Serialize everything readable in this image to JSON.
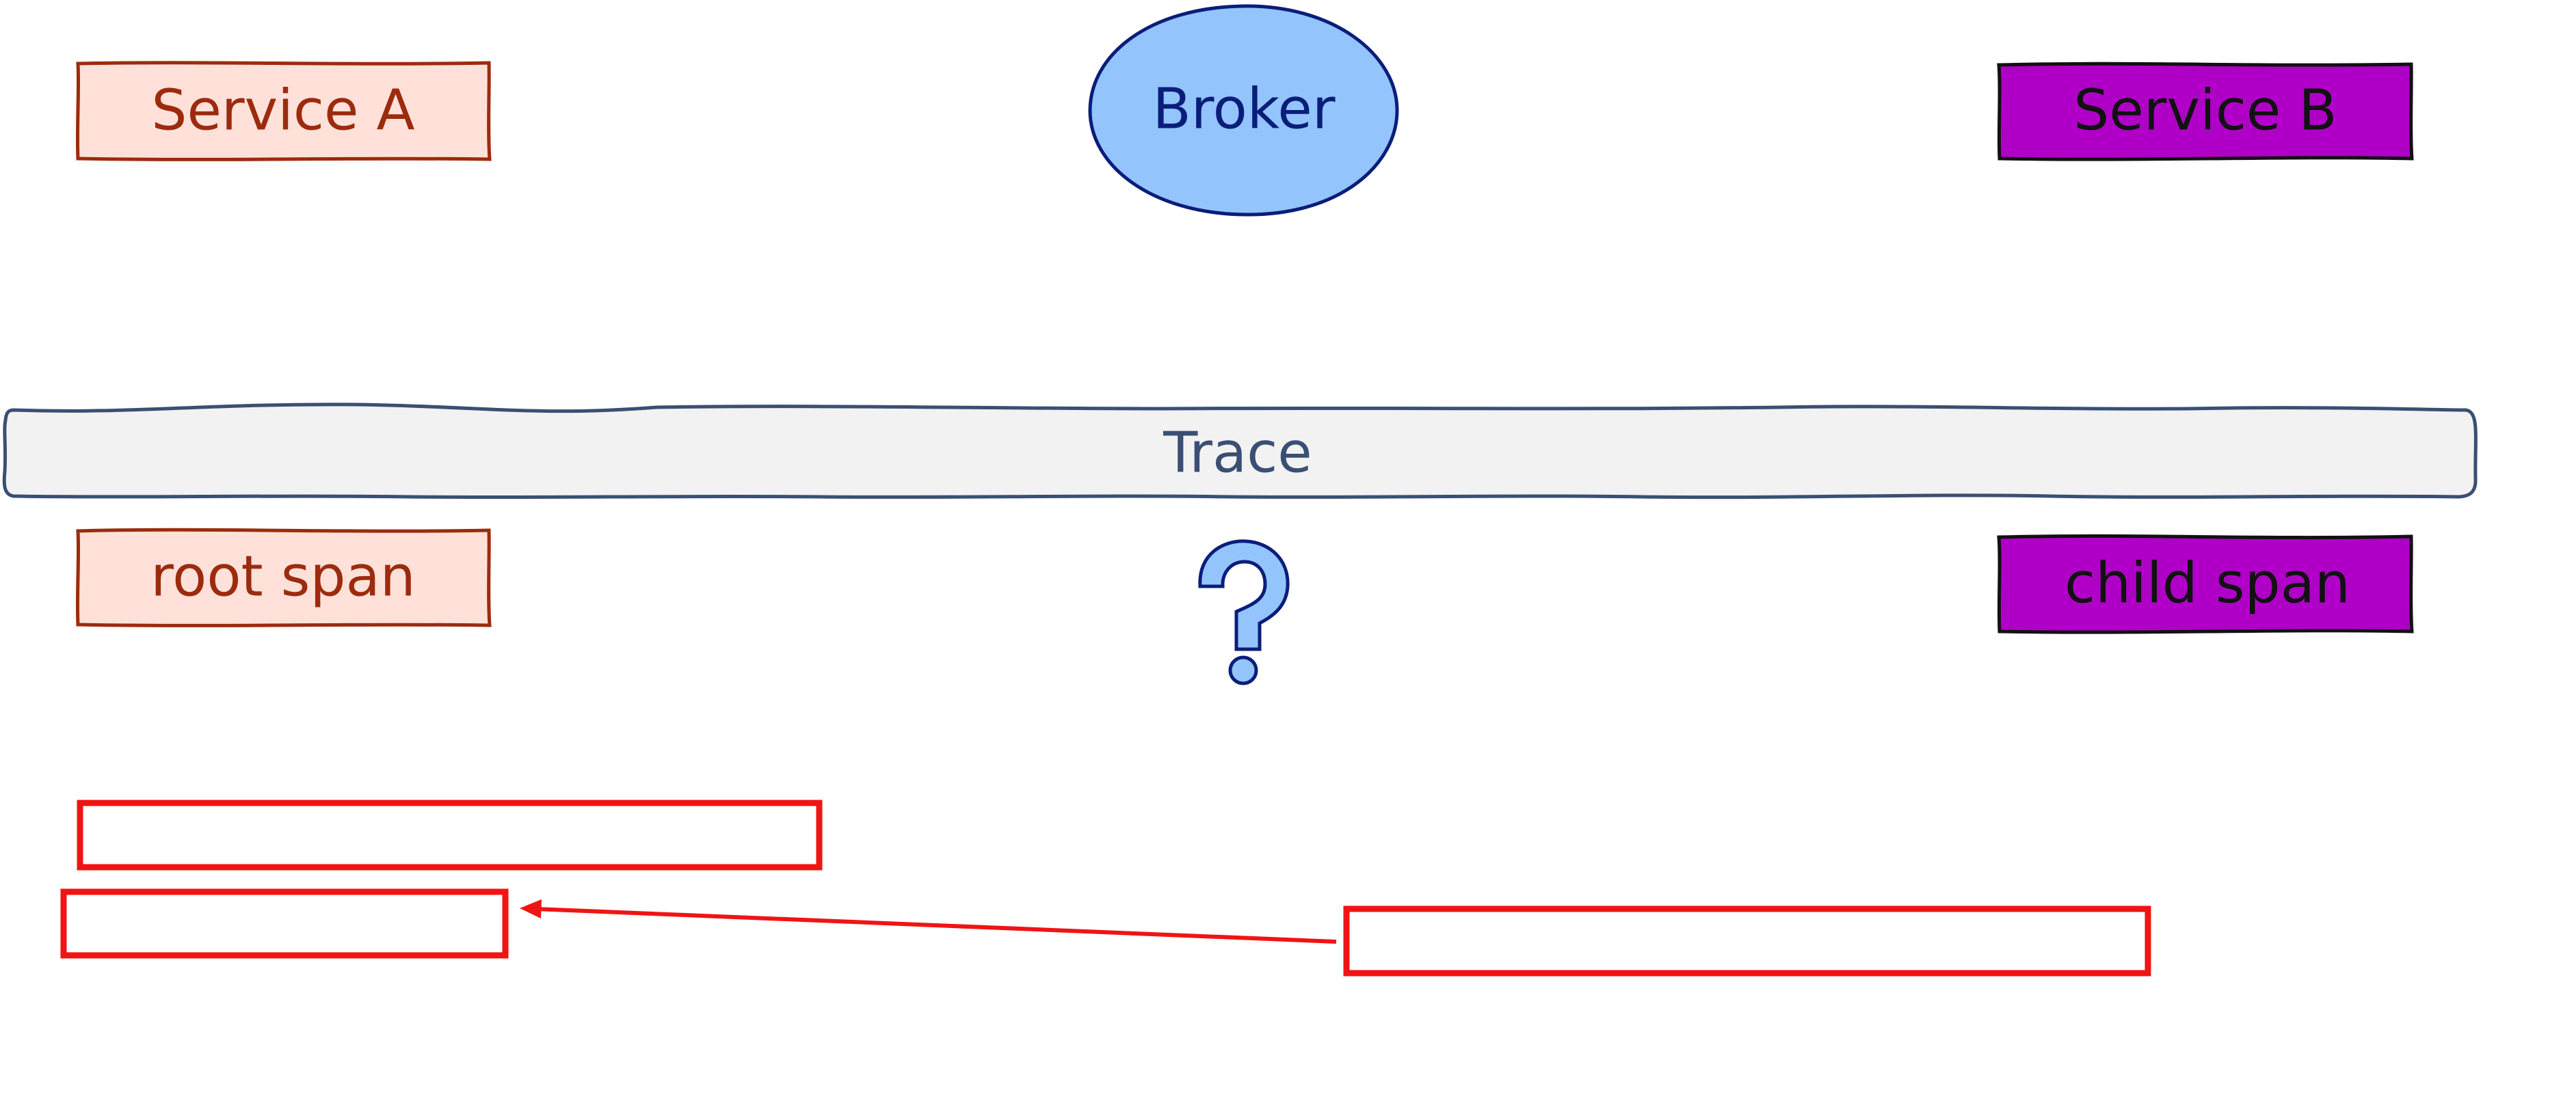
{
  "nodes": {
    "service_a": {
      "label": "Service A",
      "fill": "#ffe1d9",
      "stroke": "#9c2b0e",
      "text_color": "#9c2b0e"
    },
    "broker": {
      "label": "Broker",
      "fill": "#93c5fc",
      "stroke": "#0b1d7a",
      "text_color": "#0b1d7a"
    },
    "service_b": {
      "label": "Service B",
      "fill": "#b000c8",
      "stroke": "#111111",
      "text_color": "#111111"
    },
    "trace": {
      "label": "Trace",
      "fill": "#f2f2f2",
      "stroke": "#3a4f73",
      "text_color": "#3a4f73"
    },
    "root_span": {
      "label": "root span",
      "fill": "#ffe1d9",
      "stroke": "#9c2b0e",
      "text_color": "#9c2b0e"
    },
    "child_span": {
      "label": "child span",
      "fill": "#b000c8",
      "stroke": "#111111",
      "text_color": "#111111"
    },
    "question_mark": {
      "icon": "question-mark-icon",
      "fill": "#93c5fc",
      "stroke": "#0b1d7a"
    }
  },
  "highlights": {
    "color": "#f01414"
  }
}
